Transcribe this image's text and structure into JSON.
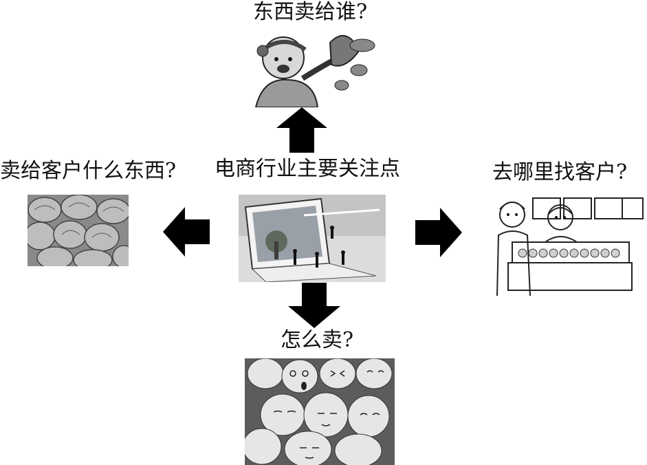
{
  "center": {
    "label": "电商行业主要关注点",
    "illustration": "laptop-with-people-illustration"
  },
  "top": {
    "label": "东西卖给谁?",
    "illustration": "salesman-cartoon-illustration"
  },
  "left": {
    "label": "卖给客户什么东西?",
    "illustration": "watermelons-photo"
  },
  "right": {
    "label": "去哪里找客户?",
    "illustration": "shopkeepers-market-stall-illustration"
  },
  "bottom": {
    "label": "怎么卖?",
    "illustration": "eggs-with-faces-photo"
  },
  "colors": {
    "arrow": "#000000",
    "text": "#111111"
  }
}
